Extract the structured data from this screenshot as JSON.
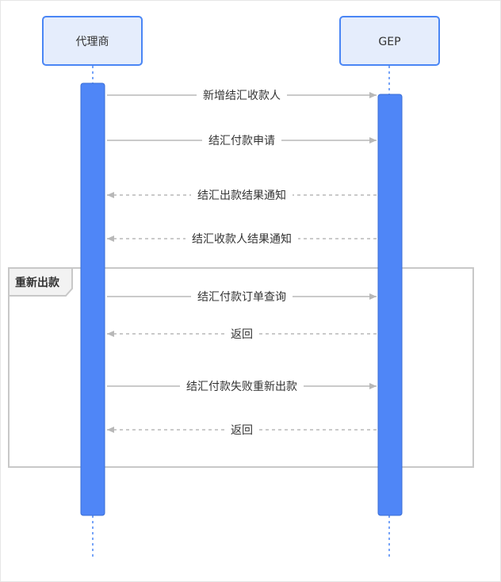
{
  "participants": [
    {
      "id": "agent",
      "label": "代理商"
    },
    {
      "id": "gep",
      "label": "GEP"
    }
  ],
  "group": {
    "label": "重新出款"
  },
  "messages": [
    {
      "label": "新增结汇收款人",
      "from": "agent",
      "to": "gep",
      "style": "solid"
    },
    {
      "label": "结汇付款申请",
      "from": "agent",
      "to": "gep",
      "style": "solid"
    },
    {
      "label": "结汇出款结果通知",
      "from": "gep",
      "to": "agent",
      "style": "dashed"
    },
    {
      "label": "结汇收款人结果通知",
      "from": "gep",
      "to": "agent",
      "style": "dashed"
    },
    {
      "label": "结汇付款订单查询",
      "from": "agent",
      "to": "gep",
      "style": "solid"
    },
    {
      "label": "返回",
      "from": "gep",
      "to": "agent",
      "style": "dashed"
    },
    {
      "label": "结汇付款失败重新出款",
      "from": "agent",
      "to": "gep",
      "style": "solid"
    },
    {
      "label": "返回",
      "from": "gep",
      "to": "agent",
      "style": "dashed"
    }
  ],
  "colors": {
    "actor_fill": "#e5edfc",
    "actor_stroke": "#4a86f5",
    "activation_fill": "#4f86f7",
    "activation_stroke": "#3b6fd6",
    "lifeline": "#4a86f5",
    "arrow": "#b8b8b8",
    "group_stroke": "#c8c8c8",
    "group_tab_fill": "#f2f2f2"
  }
}
